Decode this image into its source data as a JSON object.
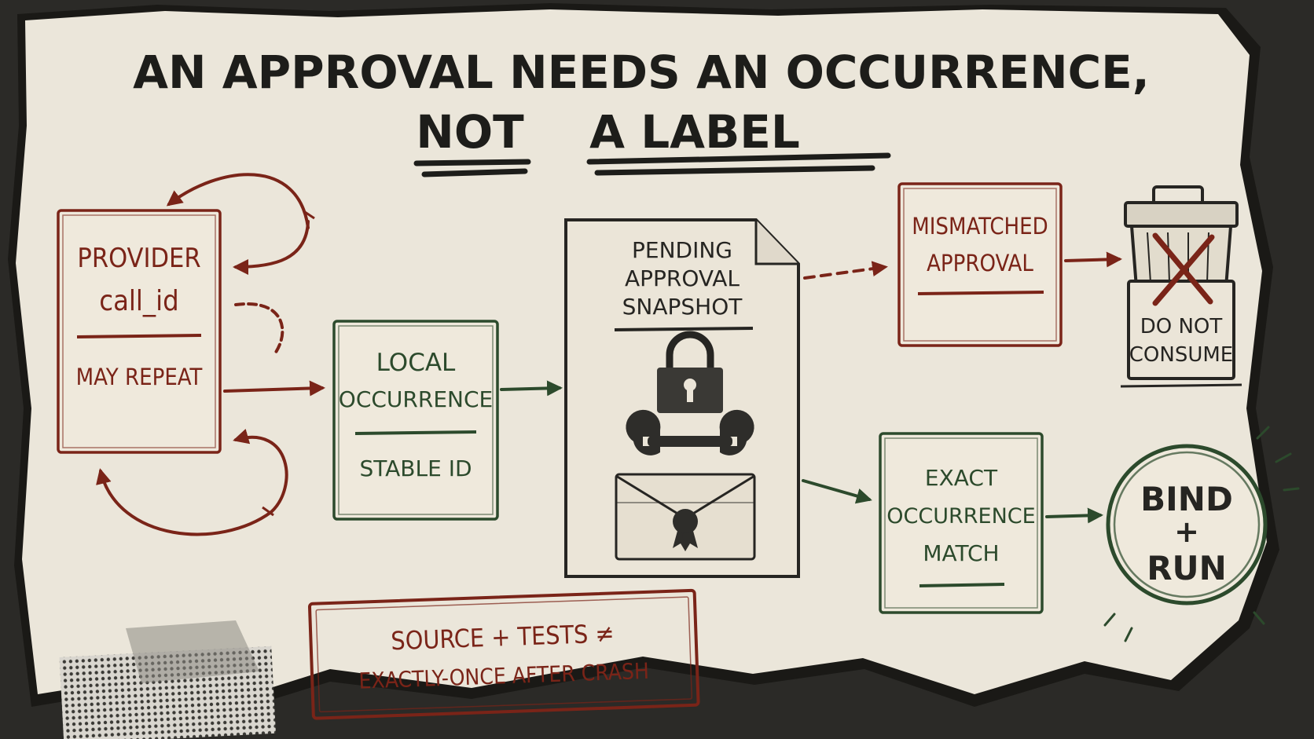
{
  "title": {
    "line1": "AN APPROVAL NEEDS AN OCCURRENCE,",
    "line2_part1": "NOT",
    "line2_part2": "A LABEL"
  },
  "provider": {
    "title_line1": "PROVIDER",
    "title_line2": "call_id",
    "note": "MAY REPEAT"
  },
  "local": {
    "title_line1": "LOCAL",
    "title_line2": "OCCURRENCE",
    "note": "STABLE ID"
  },
  "snapshot": {
    "line1": "PENDING",
    "line2": "APPROVAL",
    "line3": "SNAPSHOT",
    "icons": [
      "lock-icon",
      "wrench-icon",
      "sealed-envelope-icon"
    ]
  },
  "mismatched": {
    "line1": "MISMATCHED",
    "line2": "APPROVAL"
  },
  "trash": {
    "line1": "DO NOT",
    "line2": "CONSUME",
    "icon": "trash-can-icon"
  },
  "exact": {
    "line1": "EXACT",
    "line2": "OCCURRENCE",
    "line3": "MATCH"
  },
  "bind": {
    "line1": "BIND",
    "line2": "+",
    "line3": "RUN"
  },
  "stamp": {
    "line1": "SOURCE + TESTS ≠",
    "line2": "EXACTLY-ONCE AFTER CRASH"
  },
  "colors": {
    "paper": "#ebe6da",
    "background": "#2b2a27",
    "red": "#7a2418",
    "green": "#2c4a2c",
    "ink": "#1d1d1a"
  }
}
